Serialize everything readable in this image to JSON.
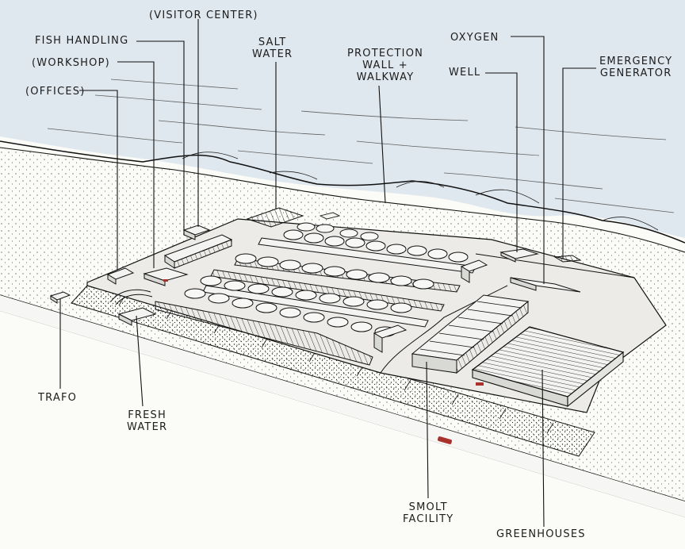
{
  "labels": {
    "visitor_center": "(VISITOR CENTER)",
    "fish_handling": "FISH HANDLING",
    "workshop": "(WORKSHOP)",
    "offices": "(OFFICES)",
    "salt_water": [
      "SALT",
      "WATER"
    ],
    "protection_wall": [
      "PROTECTION",
      "WALL +",
      "WALKWAY"
    ],
    "oxygen": "OXYGEN",
    "well": "WELL",
    "emergency_generator": [
      "EMERGENCY",
      "GENERATOR"
    ],
    "trafo": "TRAFO",
    "fresh_water": [
      "FRESH",
      "WATER"
    ],
    "smolt_facility": [
      "SMOLT",
      "FACILITY"
    ],
    "greenhouses": "GREENHOUSES"
  },
  "colors": {
    "sky": "#dfe8ee",
    "ink": "#1c1c1c",
    "ground": "#fbfbf8",
    "site": "#ececea",
    "car": "#a8322c"
  }
}
